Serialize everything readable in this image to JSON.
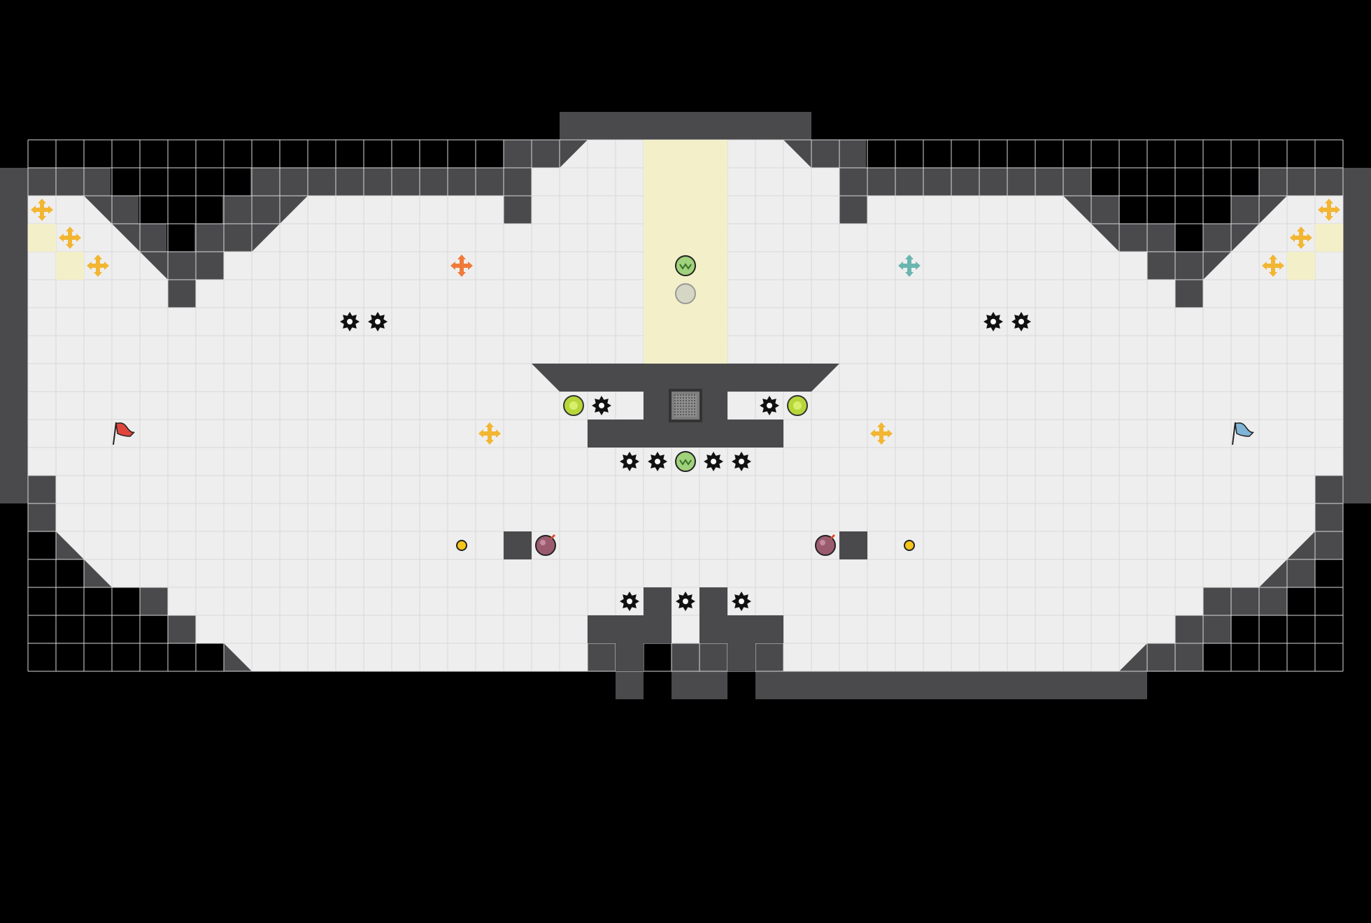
{
  "map": {
    "name": "",
    "tile_size_units": 1,
    "columns": 49,
    "rows": 25,
    "colors": {
      "background": "#000000",
      "wall": "#4a4a4d",
      "wall_edge": "#3a3a3d",
      "floor": "#eeeeee",
      "grid_line": "#d8d8d8",
      "speed_tile": "#f3efc8",
      "spike": "#111111",
      "boost_yellow": "#f2b632",
      "boost_red": "#f07a3a",
      "boost_blue": "#6bb5b0",
      "flag_red": "#e0453d",
      "flag_blue": "#7fb4d6",
      "power_up": "#b7d63a",
      "gate_green": "#9fd27b",
      "bomb": "#9b5b6e",
      "pad": "#f5c518"
    },
    "flags": [
      {
        "team": "red",
        "icon": "red-flag-icon"
      },
      {
        "team": "blue",
        "icon": "blue-flag-icon"
      }
    ],
    "legend": {
      "spike": "spike-icon",
      "boost": "boost-arrows-icon",
      "power_up": "powerup-icon",
      "bomb": "bomb-icon",
      "portal": "portal-icon",
      "gate": "gate-icon",
      "button": "button-pad-icon"
    }
  }
}
